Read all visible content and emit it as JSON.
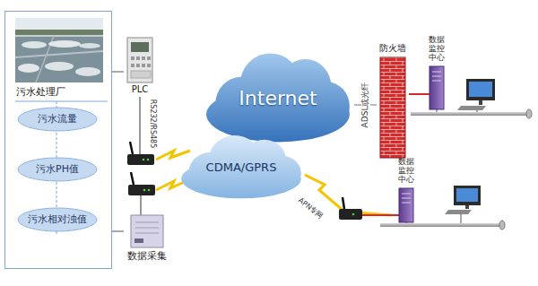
{
  "diagram": {
    "nodes": [
      {
        "text": [
          "污水处理厂"
        ]
      },
      {
        "text": [
          "污水流量"
        ],
        "in": 0
      },
      {
        "text": [
          "污水PH值"
        ],
        "in": 0
      },
      {
        "text": [
          "污水相对浊值"
        ],
        "in": 0
      },
      {
        "text": [
          "PLC"
        ]
      },
      {
        "text": [
          "Internet"
        ]
      },
      {
        "text": [
          "防火墙"
        ]
      },
      {
        "text": [
          "数据监控中心"
        ]
      },
      {
        "text": [
          "CDMA/GPRS"
        ]
      },
      {
        "text": [
          "数据采集"
        ]
      },
      {
        "text": [
          "数据监控中心"
        ]
      }
    ],
    "edges": [
      {
        "from": 0,
        "to": 4,
        "arrow": "none"
      },
      {
        "from": 0,
        "to": 9,
        "arrow": "none"
      },
      {
        "from": 5,
        "to": 6,
        "label": "ADSL或光纤",
        "arrow": "none"
      },
      {
        "from": 6,
        "to": 7,
        "arrow": "none"
      },
      {
        "from": 8,
        "to": 10,
        "label": "APN专网",
        "arrow": "none"
      }
    ],
    "labels": [
      "RS232/RS485"
    ]
  }
}
